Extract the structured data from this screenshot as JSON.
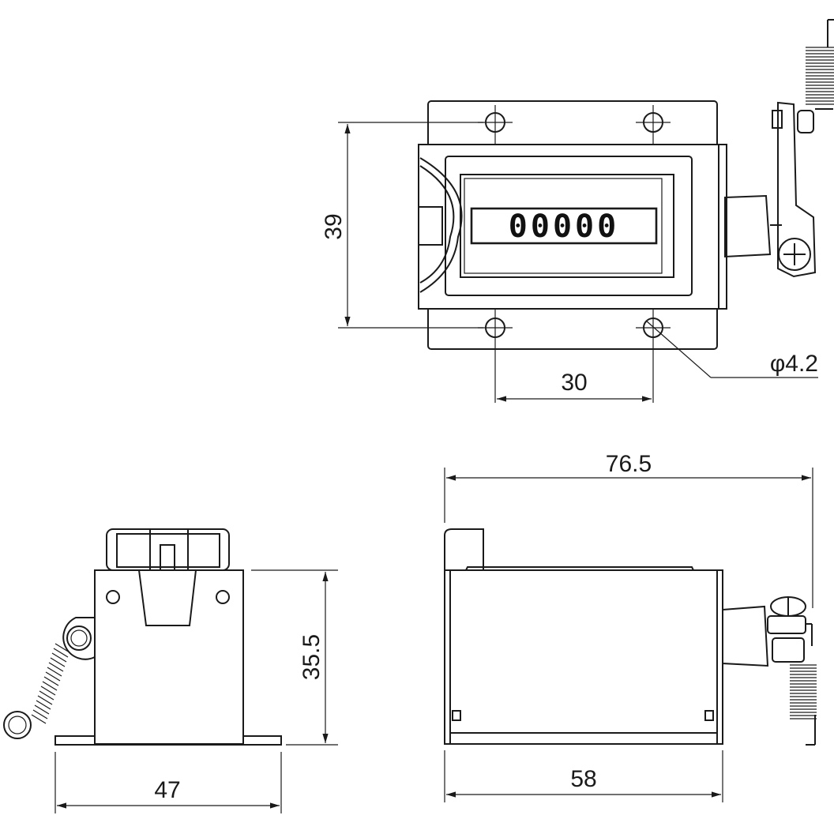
{
  "counter_display": "00000",
  "dimensions": {
    "height_39": "39",
    "hole_spacing": "30",
    "hole_diameter": "φ4.2",
    "overall_length": "76.5",
    "body_height": "35.5",
    "body_width": "47",
    "body_length": "58"
  }
}
